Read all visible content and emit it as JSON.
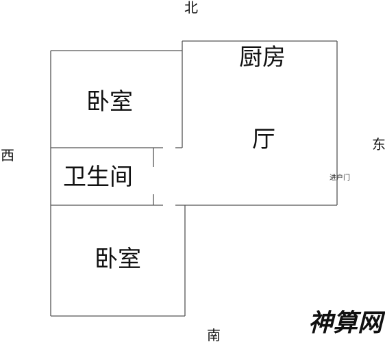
{
  "directions": {
    "north": "北",
    "south": "南",
    "east": "东",
    "west": "西"
  },
  "rooms": {
    "kitchen": "厨房",
    "living_room": "厅",
    "bedroom_top": "卧室",
    "bathroom": "卫生间",
    "bedroom_bottom": "卧室"
  },
  "entrance_door": "进户门",
  "watermark": "神算网"
}
